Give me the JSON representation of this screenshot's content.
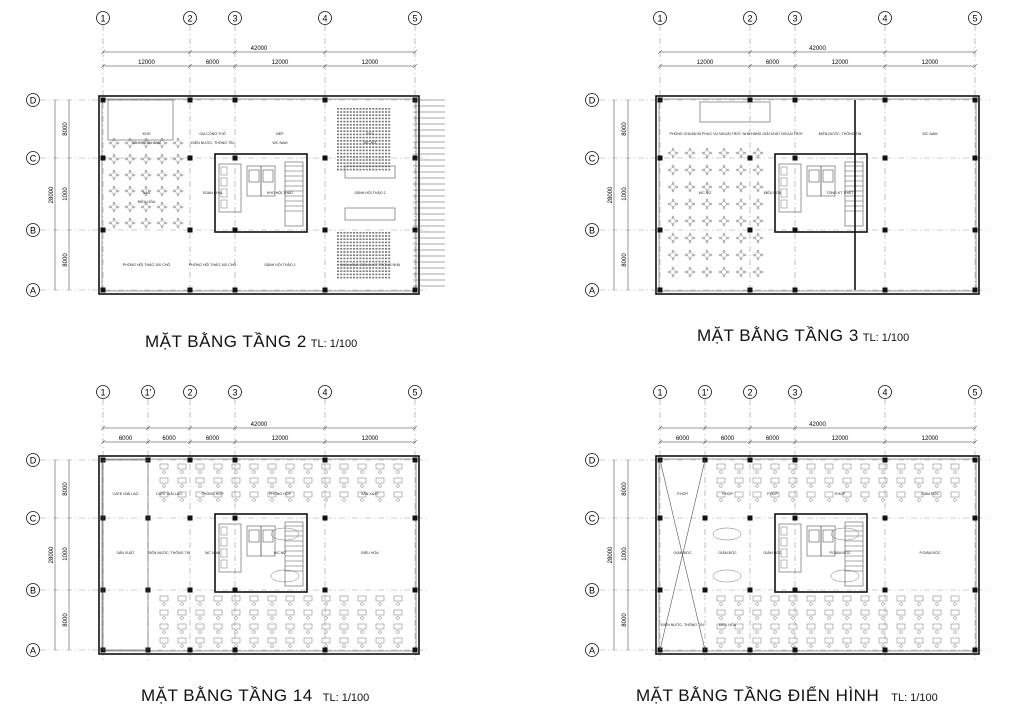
{
  "plans": [
    {
      "id": "floor2",
      "title": "MẶT BẰNG TẦNG 2",
      "scale": "TL: 1/100",
      "col_labels": [
        "1",
        "2",
        "3",
        "4",
        "5"
      ],
      "row_labels": [
        "D",
        "C",
        "B",
        "A"
      ],
      "overall_dim": "42000",
      "col_dims": [
        "12000",
        "6000",
        "12000",
        "12000"
      ],
      "overall_side_dim": "28000",
      "row_dims": [
        "8000",
        "1000",
        "8000"
      ],
      "rooms": [
        "KHO",
        "GIA CÔNG THÔ",
        "BẾP",
        "RỬA",
        "NẤU",
        "SOẠN CHIA",
        "KHO HỘI THẢO",
        "SẢNH HỘI THẢO 2",
        "PHÒNG HỘI THẢO 100 CHỖ",
        "PHÒNG HỘI THẢO 100 CHỖ",
        "SẢNH HỘI THẢO 1",
        "NHÀ HÀNG GIẢI KHÁT TRONG NHÀ",
        "SẢNH NHÀ HÀNG",
        "ĐIỆN NƯỚC, THÔNG TIN",
        "WC NAM",
        "WC NỮ",
        "ĐIỀU HÒA"
      ]
    },
    {
      "id": "floor3",
      "title": "MẶT BẰNG TẦNG 3",
      "scale": "TL: 1/100",
      "col_labels": [
        "1",
        "2",
        "3",
        "4",
        "5"
      ],
      "row_labels": [
        "D",
        "C",
        "B",
        "A"
      ],
      "overall_dim": "42000",
      "col_dims": [
        "12000",
        "6000",
        "12000",
        "12000"
      ],
      "overall_side_dim": "28000",
      "row_dims": [
        "8000",
        "1000",
        "8000"
      ],
      "rooms": [
        "PHÒNG CHUẨN BỊ PHỤC VỤ NGOÀI TRỜI",
        "NHÀ HÀNG GIẢI KHÁT NGOÀI TRỜI",
        "ĐIỆN NƯỚC, THÔNG TIN",
        "WC NAM",
        "WC NỮ",
        "ĐIỀU HÒA",
        "TỔNG KT THIẾT"
      ]
    },
    {
      "id": "floor14",
      "title": "MẶT BẰNG TẦNG 14",
      "scale": "TL: 1/100",
      "col_labels": [
        "1",
        "1'",
        "2",
        "3",
        "4",
        "5"
      ],
      "row_labels": [
        "D",
        "C",
        "B",
        "A"
      ],
      "overall_dim": "42000",
      "col_dims": [
        "6000",
        "6000",
        "6000",
        "12000",
        "12000"
      ],
      "overall_side_dim": "28000",
      "row_dims": [
        "8000",
        "1000",
        "8000"
      ],
      "rooms": [
        "CAFE GIẢI LAO",
        "CAFE GIẢI LAO",
        "PHÒNG HỌP",
        "PHÒNG HỌP",
        "SẢN XUẤT",
        "SẢN XUẤT",
        "ĐIỆN NƯỚC, THÔNG TIN",
        "WC NAM",
        "WC NỮ",
        "ĐIỀU HÒA"
      ]
    },
    {
      "id": "typical",
      "title": "MẶT BẰNG TẦNG ĐIỂN HÌNH",
      "scale": "TL: 1/100",
      "col_labels": [
        "1",
        "1'",
        "2",
        "3",
        "4",
        "5"
      ],
      "row_labels": [
        "D",
        "C",
        "B",
        "A"
      ],
      "overall_dim": "42000",
      "col_dims": [
        "6000",
        "6000",
        "6000",
        "12000",
        "12000"
      ],
      "overall_side_dim": "28000",
      "row_dims": [
        "8000",
        "1000",
        "8000"
      ],
      "rooms": [
        "P.HỌP",
        "P.HỌP",
        "P.HỌP",
        "P.HỌP",
        "GIÁM ĐỐC",
        "GIÁM ĐỐC",
        "GIÁM ĐỐC",
        "GIÁM ĐỐC",
        "P.GIÁM ĐỐC",
        "P.GIÁM ĐỐC",
        "ĐIỆN NƯỚC, THÔNG TIN",
        "ĐIỀU HÒA"
      ]
    }
  ]
}
